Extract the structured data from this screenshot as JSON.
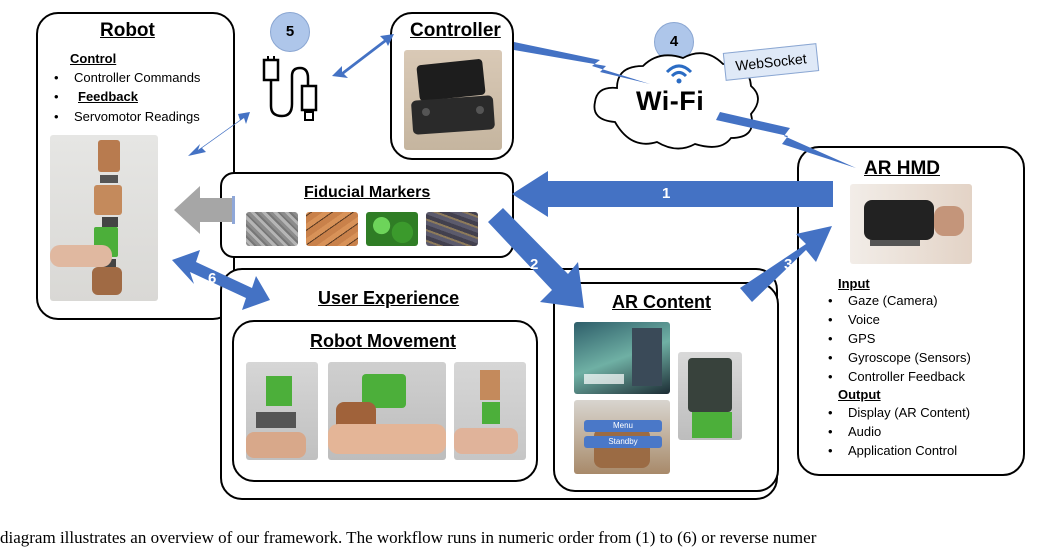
{
  "robot": {
    "title": "Robot",
    "control_label": "Control",
    "control_items": [
      "Controller Commands"
    ],
    "feedback_label": "Feedback",
    "feedback_items": [
      "Servomotor Readings"
    ]
  },
  "controller": {
    "title": "Controller"
  },
  "wifi": {
    "label": "Wi-Fi",
    "protocol": "WebSocket"
  },
  "fiducial": {
    "title": "Fiducial Markers"
  },
  "user_experience": {
    "title": "User Experience",
    "robot_movement": "Robot Movement"
  },
  "ar_content": {
    "title": "AR Content",
    "menu_label": "Menu",
    "standby_label": "Standby"
  },
  "ar_hmd": {
    "title": "AR HMD",
    "input_label": "Input",
    "input_items": [
      "Gaze (Camera)",
      "Voice",
      "GPS",
      "Gyroscope (Sensors)",
      "Controller Feedback"
    ],
    "output_label": "Output",
    "output_items": [
      "Display (AR Content)",
      "Audio",
      "Application Control"
    ]
  },
  "steps": {
    "s1": "1",
    "s2": "2",
    "s3": "3",
    "s4": "4",
    "s5": "5",
    "s6": "6"
  },
  "caption": "diagram illustrates an overview of our framework. The workflow runs in numeric order from (1) to (6) or reverse numer",
  "colors": {
    "arrow": "#4472c4",
    "circle": "#aec6ea",
    "gray_arrow": "#a6a6a6"
  }
}
